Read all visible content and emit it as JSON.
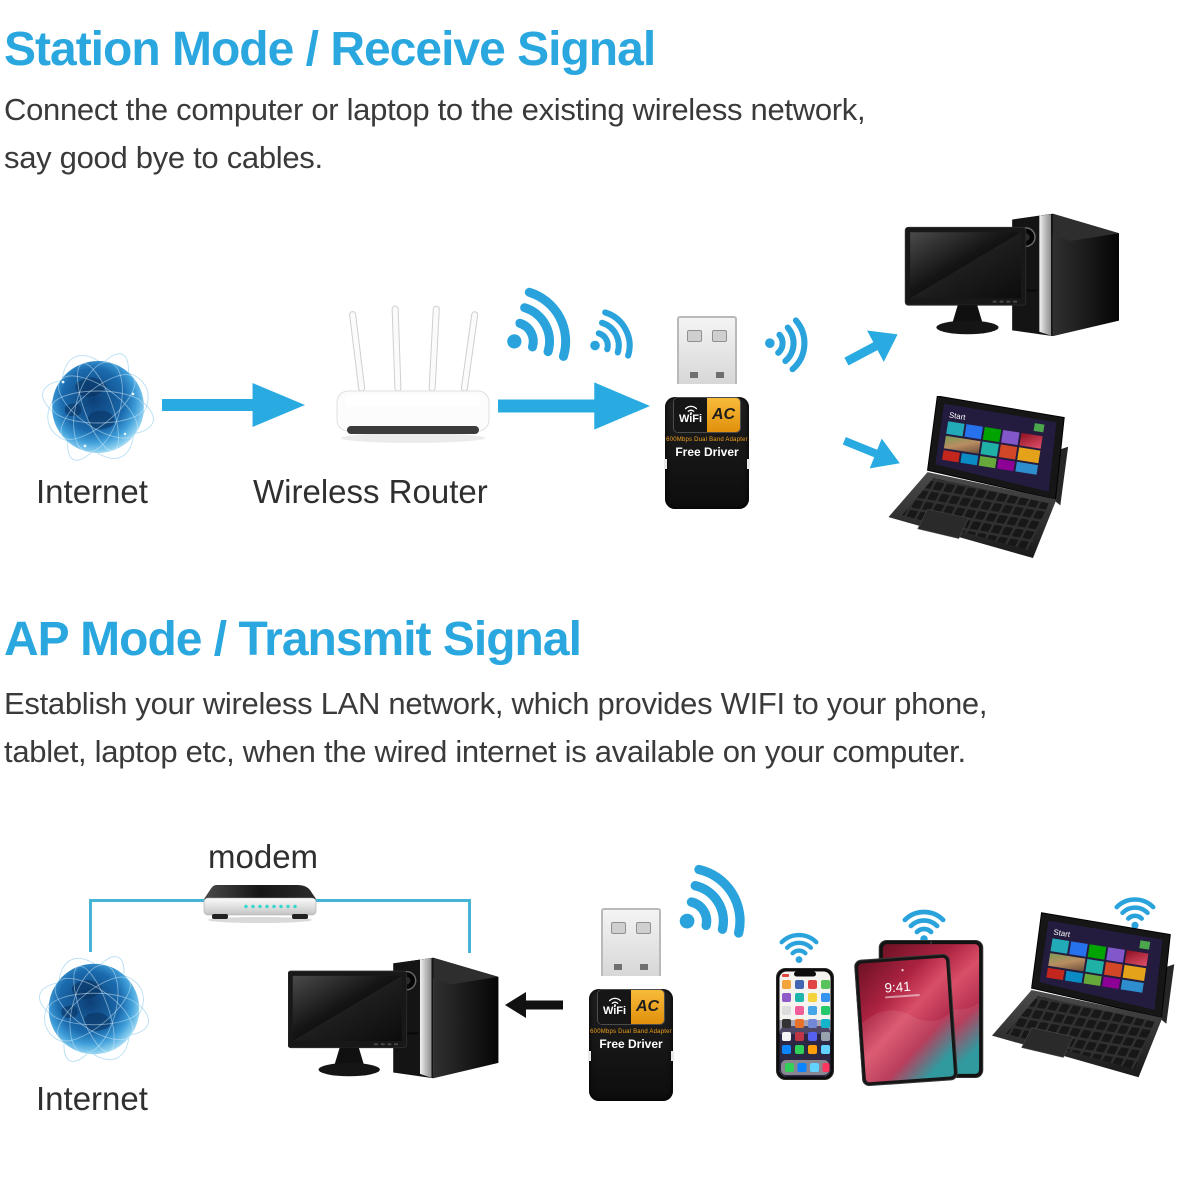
{
  "page": {
    "background": "#ffffff"
  },
  "palette": {
    "heading_blue": "#2aa7de",
    "body_text": "#3a3a3a",
    "label_text": "#2f2f2f",
    "arrow_cyan": "#29abe2",
    "wifi_icon_blue": "#2aa3dd",
    "connector_line_teal": "#45b3d4",
    "adapter_orange": "#f0a11c",
    "black_arrow": "#111111"
  },
  "station_section": {
    "title": "Station Mode / Receive Signal",
    "desc_line1": "Connect the computer or laptop to the existing wireless network,",
    "desc_line2": "say good bye to cables.",
    "internet_label": "Internet",
    "router_label": "Wireless Router"
  },
  "ap_section": {
    "title": "AP Mode / Transmit Signal",
    "desc_line1": "Establish your wireless LAN network, which provides WIFI to your phone,",
    "desc_line2": "tablet, laptop etc, when the wired internet is available on your computer.",
    "modem_label": "modem",
    "internet_label": "Internet"
  },
  "adapter": {
    "wifi_text": "WiFi",
    "ac_text": "AC",
    "spec_text": "600Mbps Dual Band Adapter",
    "driver_text": "Free Driver"
  },
  "devices": {
    "laptop_screen_label": "Start",
    "tablet_clock": "9:41"
  }
}
